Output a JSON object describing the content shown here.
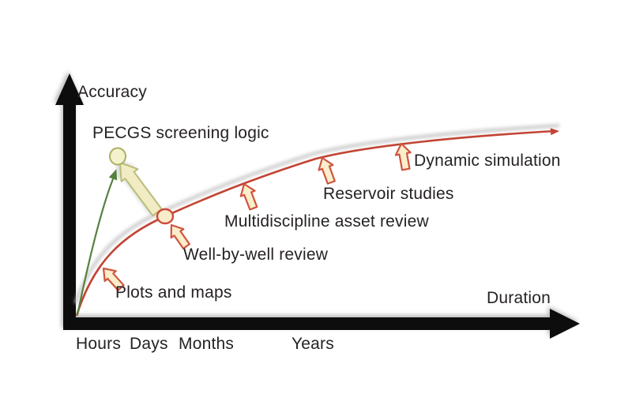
{
  "axes": {
    "y_label": "Accuracy",
    "x_label": "Duration"
  },
  "x_ticks": {
    "hours": "Hours",
    "days": "Days",
    "months": "Months",
    "years": "Years"
  },
  "annotations": {
    "pecgs": "PECGS screening logic",
    "plots": "Plots and maps",
    "well": "Well-by-well review",
    "multi": "Multidiscipline asset review",
    "reservoir": "Reservoir studies",
    "dynamic": "Dynamic simulation"
  },
  "colors": {
    "curve_red": "#c24434",
    "green_arrow": "#55813f",
    "block_arrow_fill": "#f1ecc3",
    "block_arrow_stroke": "#babd78",
    "small_arrow_fill": "#faeecb",
    "small_arrow_stroke": "#d0543f",
    "pecgs_node_fill": "#f6f1cd",
    "pecgs_node_stroke": "#a9af63",
    "curve_node_fill": "#f9ecca",
    "curve_node_stroke": "#cd4b3c",
    "axis_black": "#0d0d0d",
    "text": "#262223"
  }
}
